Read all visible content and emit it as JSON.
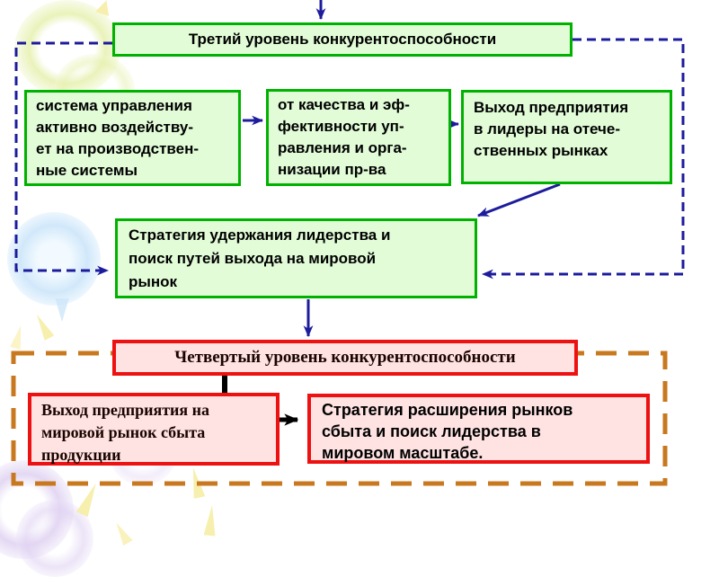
{
  "slide": {
    "level3": {
      "title": "Третий уровень конкурентоспособности",
      "box_management_system": "система управления\nактивно воздейству-\nет на производствен-\nные системы",
      "box_quality_efficiency": "от качества и эф-\nфективности уп-\nравления и орга-\nнизации пр-ва",
      "box_domestic_leader": "Выход предприятия\nв лидеры на отече-\nственных рынках",
      "box_strategy": "Стратегия удержания лидерства и\nпоиск путей выхода на мировой\nрынок"
    },
    "level4": {
      "title": "Четвертый уровень конкурентоспособности",
      "box_world_market": "Выход предприятия на\nмировой рынок сбыта\nпродукции",
      "box_strategy": "Стратегия расширения рынков\nсбыта и поиск лидерства в\nмировом масштабе."
    }
  },
  "palette": {
    "green_border": "#00b200",
    "green_fill": "#e1fcd7",
    "red_border": "#ee1111",
    "pink_fill": "#ffe2e2",
    "navy": "#1c1c9c",
    "orange": "#c8781e",
    "black": "#000000"
  }
}
